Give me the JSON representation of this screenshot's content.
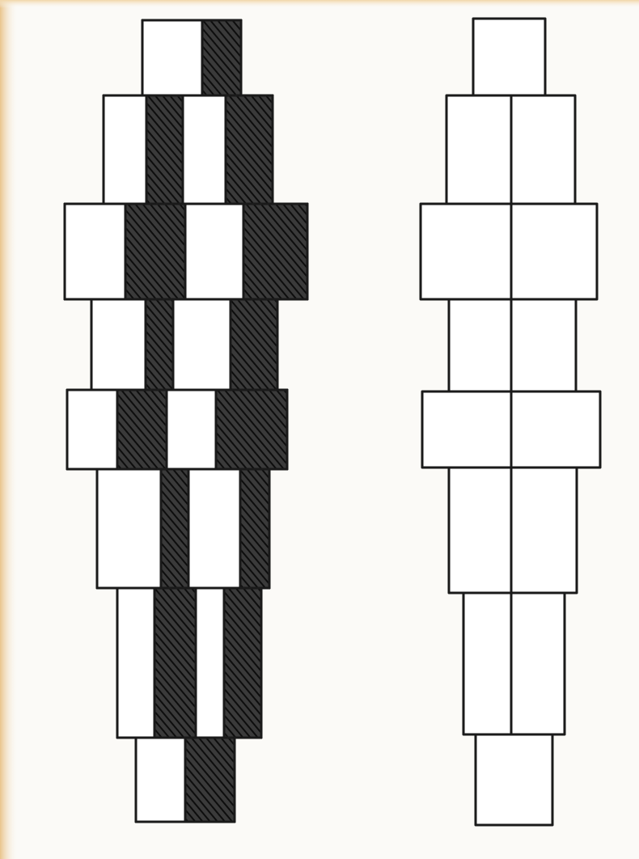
{
  "colors": {
    "paper": "#fbfaf7",
    "border_glow": "#efcf9a",
    "ink": "#1a1a1a",
    "hatch": "#222222"
  },
  "figures": [
    {
      "id": "hatched-column",
      "rows": 8,
      "filled_stripes_per_row": [
        1,
        2,
        2,
        2,
        2,
        2,
        2,
        1
      ]
    },
    {
      "id": "outline-column",
      "rows": 8,
      "filled_stripes_per_row": [
        0,
        0,
        0,
        0,
        0,
        0,
        0,
        0
      ]
    }
  ]
}
